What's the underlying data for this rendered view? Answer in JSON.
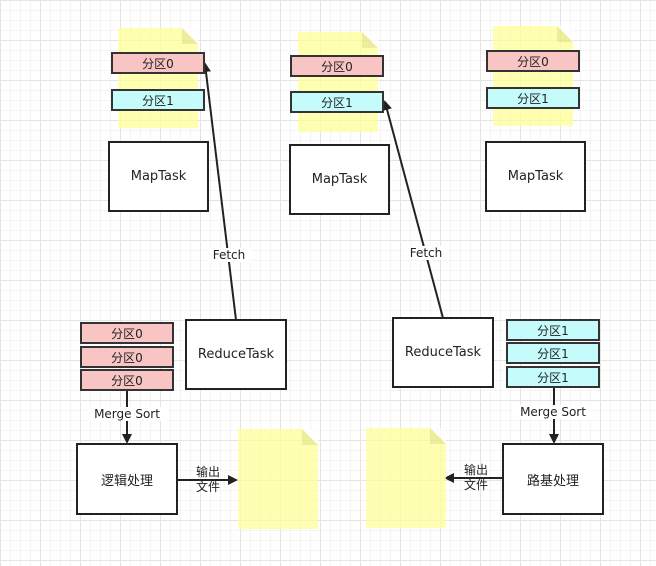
{
  "maptasks": [
    {
      "partitions": [
        "分区0",
        "分区1"
      ],
      "task": "MapTask"
    },
    {
      "partitions": [
        "分区0",
        "分区1"
      ],
      "task": "MapTask"
    },
    {
      "partitions": [
        "分区0",
        "分区1"
      ],
      "task": "MapTask"
    }
  ],
  "left_reduce": {
    "fetch": "Fetch",
    "task": "ReduceTask",
    "partitions": [
      "分区0",
      "分区0",
      "分区0"
    ],
    "merge": "Merge Sort",
    "process": "逻辑处理",
    "output": [
      "输出",
      "文件"
    ]
  },
  "right_reduce": {
    "fetch": "Fetch",
    "task": "ReduceTask",
    "partitions": [
      "分区1",
      "分区1",
      "分区1"
    ],
    "merge": "Merge Sort",
    "process": "路基处理",
    "output": [
      "输出",
      "文件"
    ]
  },
  "colors": {
    "note": "#ffff99",
    "partition0": "#f8c4c4",
    "partition1": "#c6fbfb",
    "line": "#222222"
  }
}
